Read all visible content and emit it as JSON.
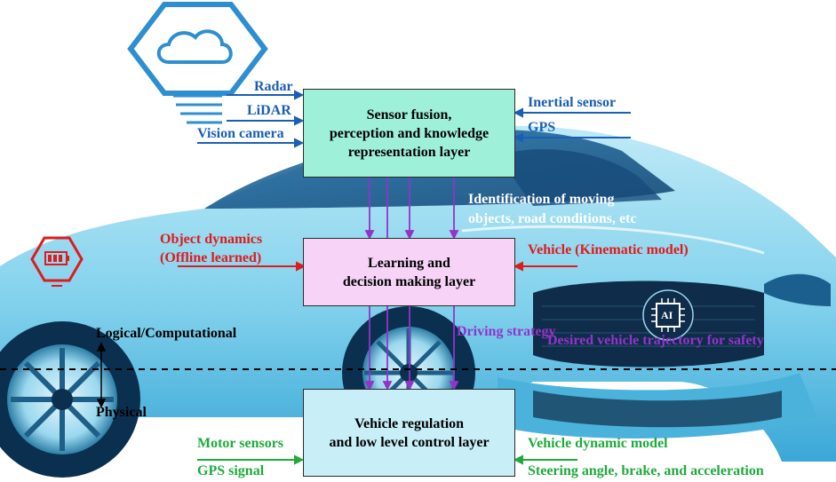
{
  "colors": {
    "input_blue": "#1a5fb4",
    "dynamics_red": "#e01b1b",
    "control_green": "#1faa3c",
    "flow_purple": "#9334c9",
    "sensor_box": "#9ef0d8",
    "learning_box": "#f7d4f7",
    "control_box": "#c8eef8"
  },
  "icons": [
    "cloud-icon",
    "battery-icon",
    "ai-chip-icon",
    "car-illustration"
  ],
  "sensors_left": {
    "radar": "Radar",
    "lidar": "LiDAR",
    "vision_camera": "Vision camera"
  },
  "sensors_right": {
    "inertial_sensor": "Inertial sensor",
    "gps": "GPS"
  },
  "layers": {
    "sensor_fusion": {
      "line1": "Sensor fusion,",
      "line2": "perception and knowledge",
      "line3": "representation layer"
    },
    "learning": {
      "line1": "Learning and",
      "line2": "decision making layer"
    },
    "control": {
      "line1": "Vehicle regulation",
      "line2": "and low level control layer"
    }
  },
  "identification": {
    "line1": "Identification of moving",
    "line2": "objects, road conditions, etc"
  },
  "object_dynamics": {
    "line1": "Object dynamics",
    "line2": "(Offline learned)"
  },
  "vehicle_kinematic": "Vehicle (Kinematic model)",
  "driving_strategy": "Driving strategy",
  "desired_trajectory": "Desired vehicle trajectory for safety",
  "logical_label": "Logical/Computational",
  "physical_label": "Physical",
  "control_left": {
    "motor_sensors": "Motor sensors",
    "gps_signal": "GPS signal"
  },
  "control_right": {
    "vehicle_dynamic_model": "Vehicle dynamic model",
    "steering": "Steering angle, brake, and acceleration"
  },
  "ai_chip_label": "AI"
}
